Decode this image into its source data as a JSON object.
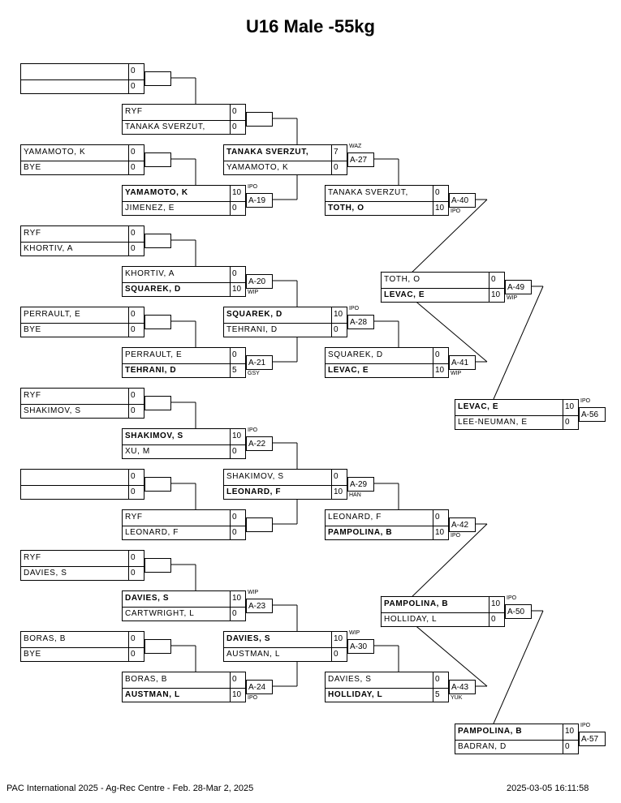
{
  "title": "U16 Male -55kg",
  "footer": {
    "event": "PAC International 2025 - Ag-Rec Centre - Feb. 28-Mar 2, 2025",
    "timestamp": "2025-03-05 16:11:58"
  },
  "matches": [
    {
      "a": "",
      "as": "0",
      "b": "",
      "bs": "0",
      "winner": 0,
      "tag": "",
      "tech": ""
    },
    {
      "a": "RYF",
      "as": "0",
      "b": "TANAKA SVERZUT,",
      "bs": "0",
      "winner": 0,
      "tag": "",
      "tech": ""
    },
    {
      "a": "YAMAMOTO, K",
      "as": "0",
      "b": "BYE",
      "bs": "0",
      "winner": 0,
      "tag": "",
      "tech": ""
    },
    {
      "a": "YAMAMOTO, K",
      "as": "10",
      "b": "JIMENEZ, E",
      "bs": "0",
      "winner": 1,
      "tag": "A-19",
      "tech": "IPO"
    },
    {
      "a": "RYF",
      "as": "0",
      "b": "KHORTIV, A",
      "bs": "0",
      "winner": 0,
      "tag": "",
      "tech": ""
    },
    {
      "a": "KHORTIV, A",
      "as": "0",
      "b": "SQUAREK, D",
      "bs": "10",
      "winner": 2,
      "tag": "A-20",
      "tech": "WIP"
    },
    {
      "a": "PERRAULT, E",
      "as": "0",
      "b": "BYE",
      "bs": "0",
      "winner": 0,
      "tag": "",
      "tech": ""
    },
    {
      "a": "PERRAULT, E",
      "as": "0",
      "b": "TEHRANI, D",
      "bs": "5",
      "winner": 2,
      "tag": "A-21",
      "tech": "GSY"
    },
    {
      "a": "RYF",
      "as": "0",
      "b": "SHAKIMOV, S",
      "bs": "0",
      "winner": 0,
      "tag": "",
      "tech": ""
    },
    {
      "a": "SHAKIMOV, S",
      "as": "10",
      "b": "XU, M",
      "bs": "0",
      "winner": 1,
      "tag": "A-22",
      "tech": "IPO"
    },
    {
      "a": "",
      "as": "0",
      "b": "",
      "bs": "0",
      "winner": 0,
      "tag": "",
      "tech": ""
    },
    {
      "a": "RYF",
      "as": "0",
      "b": "LEONARD, F",
      "bs": "0",
      "winner": 0,
      "tag": "",
      "tech": ""
    },
    {
      "a": "RYF",
      "as": "0",
      "b": "DAVIES, S",
      "bs": "0",
      "winner": 0,
      "tag": "",
      "tech": ""
    },
    {
      "a": "DAVIES, S",
      "as": "10",
      "b": "CARTWRIGHT, L",
      "bs": "0",
      "winner": 1,
      "tag": "A-23",
      "tech": "WIP"
    },
    {
      "a": "BORAS, B",
      "as": "0",
      "b": "BYE",
      "bs": "0",
      "winner": 0,
      "tag": "",
      "tech": ""
    },
    {
      "a": "BORAS, B",
      "as": "0",
      "b": "AUSTMAN, L",
      "bs": "10",
      "winner": 2,
      "tag": "A-24",
      "tech": "IPO"
    },
    {
      "a": "TANAKA SVERZUT,",
      "as": "7",
      "b": "YAMAMOTO, K",
      "bs": "0",
      "winner": 1,
      "tag": "A-27",
      "tech": "WAZ"
    },
    {
      "a": "SQUAREK, D",
      "as": "10",
      "b": "TEHRANI, D",
      "bs": "0",
      "winner": 1,
      "tag": "A-28",
      "tech": "IPO"
    },
    {
      "a": "SHAKIMOV, S",
      "as": "0",
      "b": "LEONARD, F",
      "bs": "10",
      "winner": 2,
      "tag": "A-29",
      "tech": "HAN"
    },
    {
      "a": "DAVIES, S",
      "as": "10",
      "b": "AUSTMAN, L",
      "bs": "0",
      "winner": 1,
      "tag": "A-30",
      "tech": "WIP"
    },
    {
      "a": "TANAKA SVERZUT,",
      "as": "0",
      "b": "TOTH, O",
      "bs": "10",
      "winner": 2,
      "tag": "A-40",
      "tech": "IPO"
    },
    {
      "a": "SQUAREK, D",
      "as": "0",
      "b": "LEVAC, E",
      "bs": "10",
      "winner": 2,
      "tag": "A-41",
      "tech": "WIP"
    },
    {
      "a": "LEONARD, F",
      "as": "0",
      "b": "PAMPOLINA, B",
      "bs": "10",
      "winner": 2,
      "tag": "A-42",
      "tech": "IPO"
    },
    {
      "a": "DAVIES, S",
      "as": "0",
      "b": "HOLLIDAY, L",
      "bs": "5",
      "winner": 2,
      "tag": "A-43",
      "tech": "YUK"
    },
    {
      "a": "TOTH, O",
      "as": "0",
      "b": "LEVAC, E",
      "bs": "10",
      "winner": 2,
      "tag": "A-49",
      "tech": "WIP"
    },
    {
      "a": "PAMPOLINA, B",
      "as": "10",
      "b": "HOLLIDAY, L",
      "bs": "0",
      "winner": 1,
      "tag": "A-50",
      "tech": "IPO"
    },
    {
      "a": "LEVAC, E",
      "as": "10",
      "b": "LEE-NEUMAN, E",
      "bs": "0",
      "winner": 1,
      "tag": "A-56",
      "tech": "IPO"
    },
    {
      "a": "PAMPOLINA, B",
      "as": "10",
      "b": "BADRAN, D",
      "bs": "0",
      "winner": 1,
      "tag": "A-57",
      "tech": "IPO"
    }
  ]
}
